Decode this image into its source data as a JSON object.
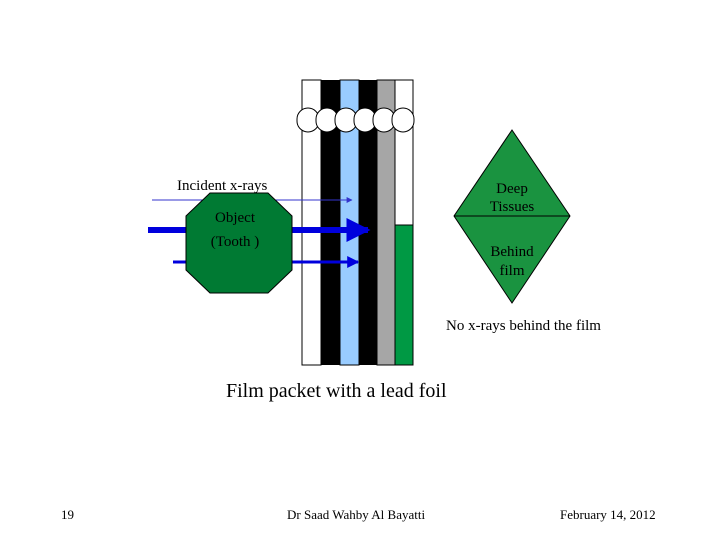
{
  "slide": {
    "caption": "Film packet with a lead foil",
    "incident_label": "Incident x-rays",
    "object_label_line1": "Object",
    "object_label_line2": "(Tooth )",
    "diamond_top_line1": "Deep",
    "diamond_top_line2": "Tissues",
    "diamond_bottom_line1": "Behind",
    "diamond_bottom_line2": "film",
    "no_xrays_label": "No x-rays behind the film"
  },
  "footer": {
    "page_number": "19",
    "author": "Dr Saad Wahby Al Bayatti",
    "date": "February 14, 2012"
  },
  "colors": {
    "object_fill": "#007a33",
    "diamond_fill": "#1a9340",
    "foil_green": "#009944",
    "film_blue": "#99ccff",
    "film_grey": "#a6a6a6",
    "film_black": "#000000",
    "arrow_blue": "#0000dd",
    "thin_arrow_blue": "#3333cc"
  }
}
